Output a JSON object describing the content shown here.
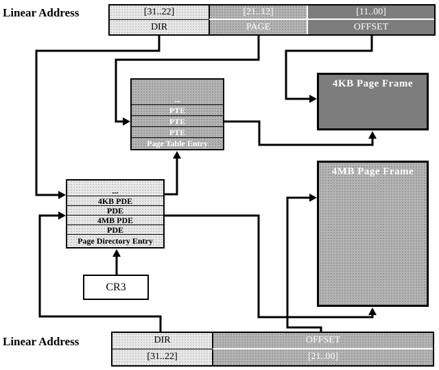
{
  "colors": {
    "light_fill": "#e9e9e9",
    "light_dot": "#bdbdbd",
    "medium_fill": "#b5b5b5",
    "medium_dot": "#8c8c8c",
    "dark_fill": "#7d7d7d",
    "line": "#000000"
  },
  "top_address": {
    "label": "Linear Address",
    "columns": [
      {
        "bits": "[31..22]",
        "field": "DIR"
      },
      {
        "bits": "[21..12]",
        "field": "PAGE"
      },
      {
        "bits": "[11..00]",
        "field": "OFFSET"
      }
    ]
  },
  "page_table": {
    "rows": [
      "...",
      "PTE",
      "PTE",
      "PTE",
      "Page Table Entry"
    ]
  },
  "page_directory": {
    "rows": [
      "...",
      "4KB PDE",
      "PDE",
      "4MB PDE",
      "PDE",
      "Page Directory Entry"
    ]
  },
  "cr3": {
    "label": "CR3"
  },
  "frames": {
    "kb": {
      "title": "4KB Page Frame"
    },
    "mb": {
      "title": "4MB Page Frame"
    }
  },
  "bottom_address": {
    "label": "Linear Address",
    "columns": [
      {
        "field": "DIR",
        "bits": "[31..22]"
      },
      {
        "field": "OFFSET",
        "bits": "[21..00]"
      }
    ]
  }
}
